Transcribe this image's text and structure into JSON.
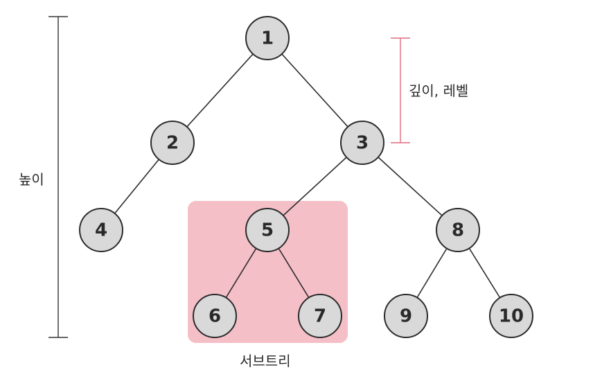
{
  "nodes": [
    {
      "id": "1",
      "label": "1"
    },
    {
      "id": "2",
      "label": "2"
    },
    {
      "id": "3",
      "label": "3"
    },
    {
      "id": "4",
      "label": "4"
    },
    {
      "id": "5",
      "label": "5"
    },
    {
      "id": "8",
      "label": "8"
    },
    {
      "id": "6",
      "label": "6"
    },
    {
      "id": "7",
      "label": "7"
    },
    {
      "id": "9",
      "label": "9"
    },
    {
      "id": "10",
      "label": "10"
    }
  ],
  "edges": [
    [
      "1",
      "2"
    ],
    [
      "1",
      "3"
    ],
    [
      "2",
      "4"
    ],
    [
      "3",
      "5"
    ],
    [
      "3",
      "8"
    ],
    [
      "5",
      "6"
    ],
    [
      "5",
      "7"
    ],
    [
      "8",
      "9"
    ],
    [
      "8",
      "10"
    ]
  ],
  "annotations": {
    "height_label": "높이",
    "depth_level_label": "깊이, 레벨",
    "subtree_label": "서브트리"
  },
  "colors": {
    "node_fill": "#d9d9d9",
    "node_stroke": "#2b2b2b",
    "edge": "#2b2b2b",
    "subtree_fill": "#f4bfc7",
    "depth_bracket": "#e06a7e",
    "height_bracket": "#333333"
  }
}
